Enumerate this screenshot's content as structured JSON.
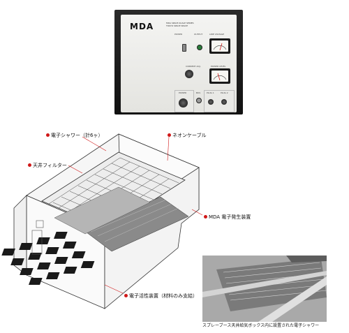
{
  "control_unit": {
    "brand": "MDA",
    "model_lines": [
      "MDA SPACE-SCALE SERIES",
      "TOKYO SPACE SPACE"
    ],
    "labels": {
      "power": "POWER",
      "output": "OUTPUT",
      "line_voltage": "LINE VOLTAGE",
      "current_adj": "CURRENT ADJ.",
      "power_level": "POWER LEVEL",
      "power_switch": "POWER",
      "bus": "BUS",
      "plug1": "PLUG 1",
      "plug2": "PLUG 2"
    }
  },
  "callouts": {
    "electron_shower": "電子シャワー（計6ヶ）",
    "neon_cable": "ネオンケーブル",
    "ceiling_filter": "天井フィルター",
    "generator": "MDA 電子発生装置",
    "activation_device": "電子活性装置（材料のみ支給）"
  },
  "photo_caption": "スプレーブース天井給気ボックス内に設置された電子シャワー",
  "colors": {
    "callout_dot": "#d01818"
  },
  "icons": [
    "voltage-meter-icon",
    "power-level-meter-icon",
    "knob-icon",
    "led-icon"
  ]
}
